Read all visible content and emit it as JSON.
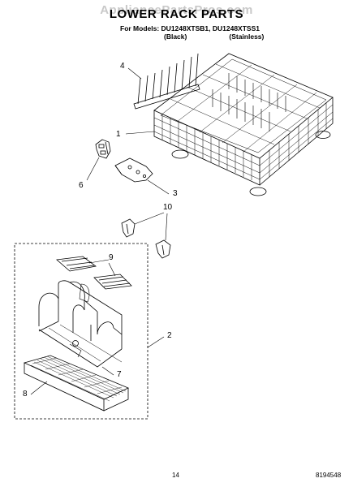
{
  "watermark": "AppliancePartsPros.com",
  "title": "LOWER RACK PARTS",
  "models": {
    "prefix": "For Models:",
    "model_1": "DU1248XTSB1,",
    "model_2": "DU1248XTSS1",
    "finish_1": "(Black)",
    "finish_2": "(Stainless)"
  },
  "callouts": {
    "c1": "1",
    "c2": "2",
    "c3": "3",
    "c4": "4",
    "c6": "6",
    "c7": "7",
    "c8": "8",
    "c9": "9",
    "c10": "10"
  },
  "footer": {
    "page_number": "14",
    "document_number": "8194548"
  }
}
